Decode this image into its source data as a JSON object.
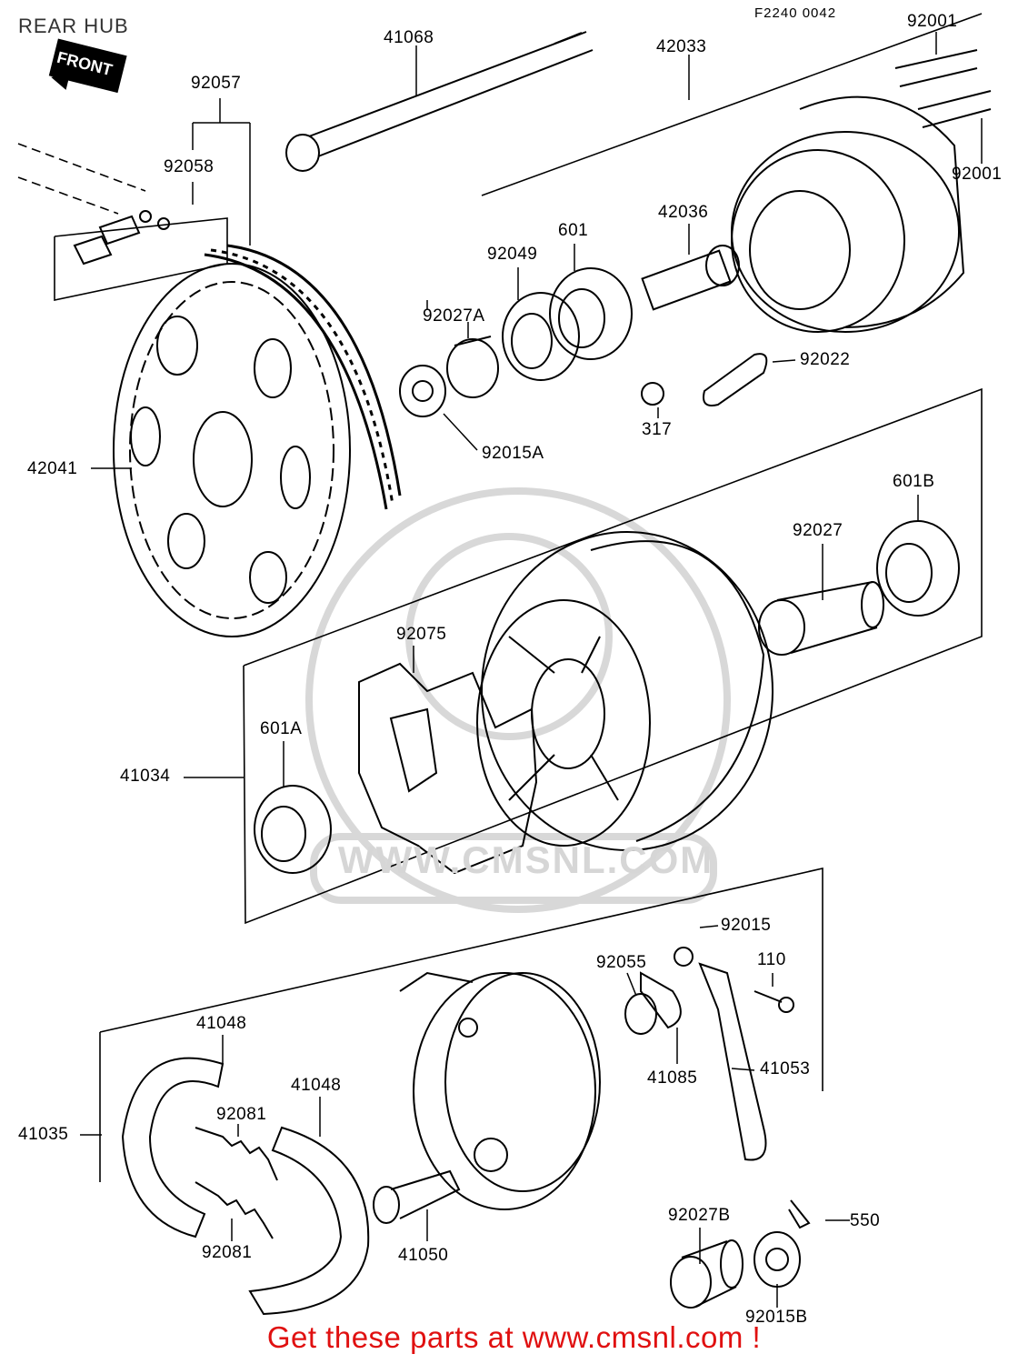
{
  "title": "REAR HUB",
  "diagram_code": "F2240 0042",
  "front_badge": "FRONT",
  "watermark": "WWW.CMSNL.COM",
  "promo_text": "Get these parts at www.cmsnl.com !",
  "colors": {
    "promo": "#e01010",
    "lines": "#000000",
    "watermark": "#d6d6d6"
  },
  "parts": [
    {
      "id": "p41068",
      "num": "41068"
    },
    {
      "id": "p42033",
      "num": "42033"
    },
    {
      "id": "p92001a",
      "num": "92001"
    },
    {
      "id": "p92001b",
      "num": "92001"
    },
    {
      "id": "p92057",
      "num": "92057"
    },
    {
      "id": "p92058",
      "num": "92058"
    },
    {
      "id": "p42036",
      "num": "42036"
    },
    {
      "id": "p601",
      "num": "601"
    },
    {
      "id": "p92049",
      "num": "92049"
    },
    {
      "id": "p92027A",
      "num": "92027A"
    },
    {
      "id": "p92022",
      "num": "92022"
    },
    {
      "id": "p317",
      "num": "317"
    },
    {
      "id": "p92015A",
      "num": "92015A"
    },
    {
      "id": "p42041",
      "num": "42041"
    },
    {
      "id": "p601B",
      "num": "601B"
    },
    {
      "id": "p92027",
      "num": "92027"
    },
    {
      "id": "p92075",
      "num": "92075"
    },
    {
      "id": "p601A",
      "num": "601A"
    },
    {
      "id": "p41034",
      "num": "41034"
    },
    {
      "id": "p92015",
      "num": "92015"
    },
    {
      "id": "p92055",
      "num": "92055"
    },
    {
      "id": "p110",
      "num": "110"
    },
    {
      "id": "p41048a",
      "num": "41048"
    },
    {
      "id": "p41048b",
      "num": "41048"
    },
    {
      "id": "p41085",
      "num": "41085"
    },
    {
      "id": "p41053",
      "num": "41053"
    },
    {
      "id": "p41035",
      "num": "41035"
    },
    {
      "id": "p92081a",
      "num": "92081"
    },
    {
      "id": "p92081b",
      "num": "92081"
    },
    {
      "id": "p550",
      "num": "550"
    },
    {
      "id": "p92027B",
      "num": "92027B"
    },
    {
      "id": "p41050",
      "num": "41050"
    },
    {
      "id": "p92015B",
      "num": "92015B"
    }
  ]
}
